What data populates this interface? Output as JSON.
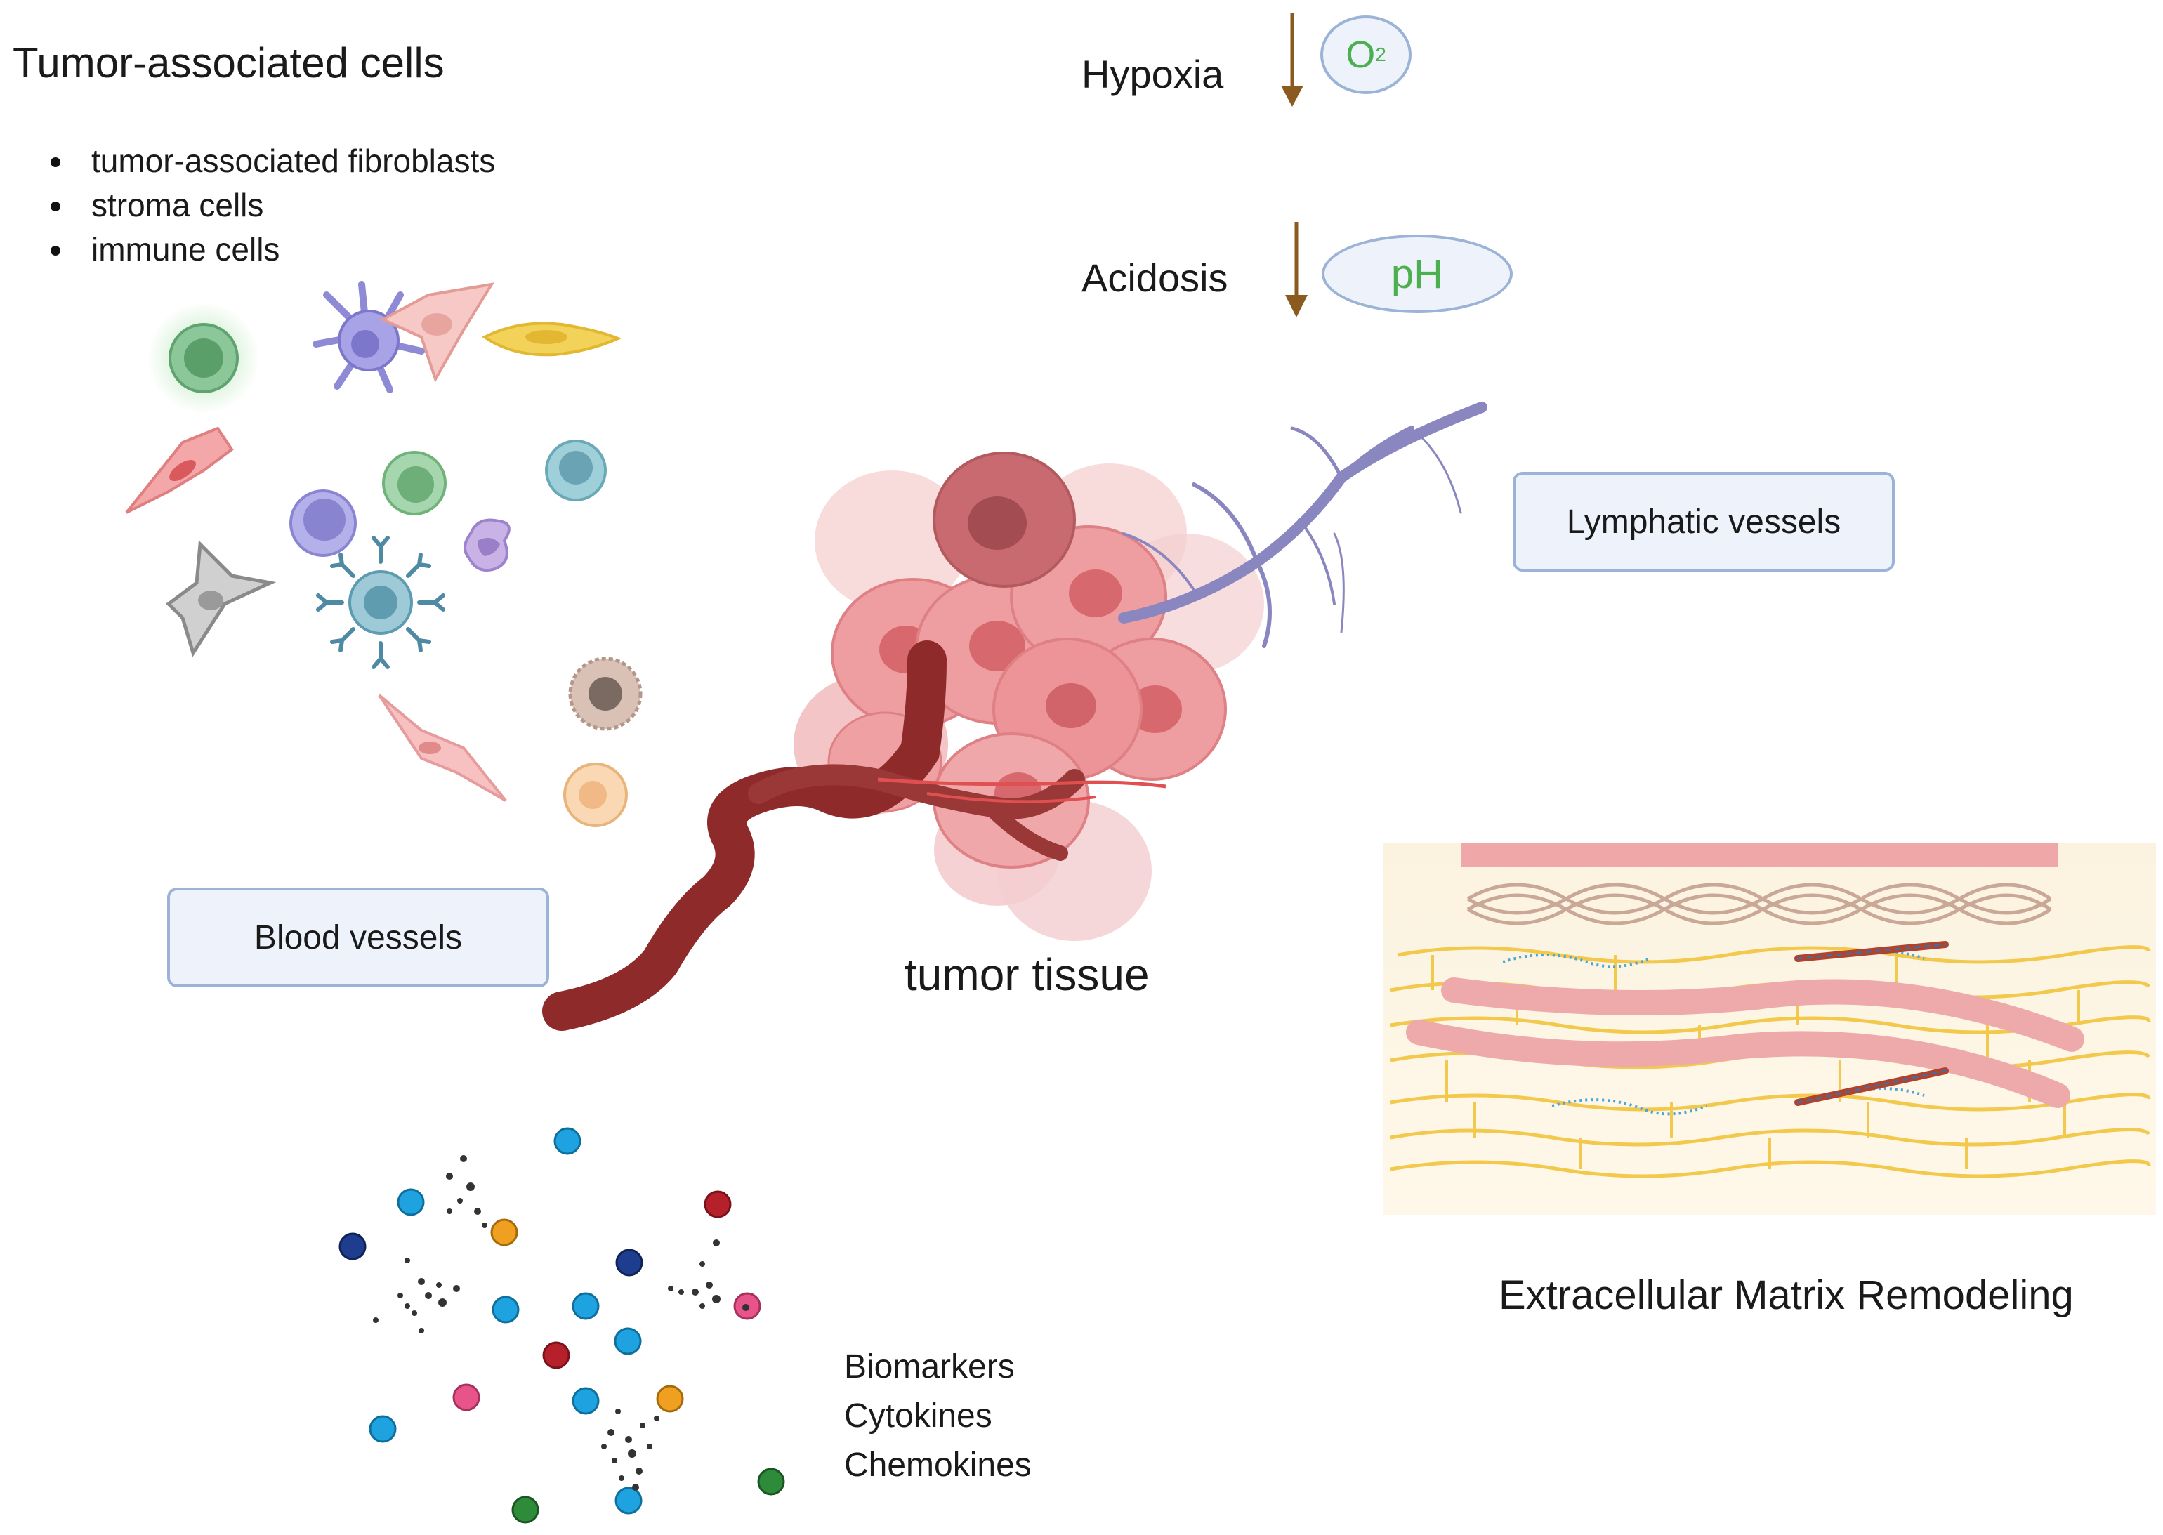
{
  "texts": {
    "tumor_cells_title": "Tumor-associated cells",
    "bullets": [
      "tumor-associated fibroblasts",
      "stroma cells",
      "immune cells"
    ],
    "hypoxia": "Hypoxia",
    "o2_symbol": "O",
    "o2_subscript": "2",
    "acidosis": "Acidosis",
    "ph": "pH",
    "lymphatic_vessels": "Lymphatic vessels",
    "blood_vessels": "Blood vessels",
    "tumor_tissue": "tumor tissue",
    "ecm": "Extracellular Matrix Remodeling",
    "biomarkers": "Biomarkers",
    "cytokines": "Cytokines",
    "chemokines": "Chemokines"
  },
  "colors": {
    "arrow": "#8b5a1e",
    "box_border": "#9bb3d6",
    "box_fill": "#eef3fb",
    "symbol_green": "#4caf50",
    "tumor_pink": "#e8868a",
    "tumor_dark": "#b85a5e",
    "blood_vessel": "#8e2a2a",
    "lymph_vessel": "#8a87c0",
    "ecm_yellow": "#f2c94c",
    "ecm_band": "#f0a7a7"
  },
  "icons": [
    "down-arrow-icon",
    "immune-cell-icon",
    "fibroblast-icon",
    "macrophage-icon",
    "antibody-cell-icon",
    "molecule-dot-icon"
  ]
}
